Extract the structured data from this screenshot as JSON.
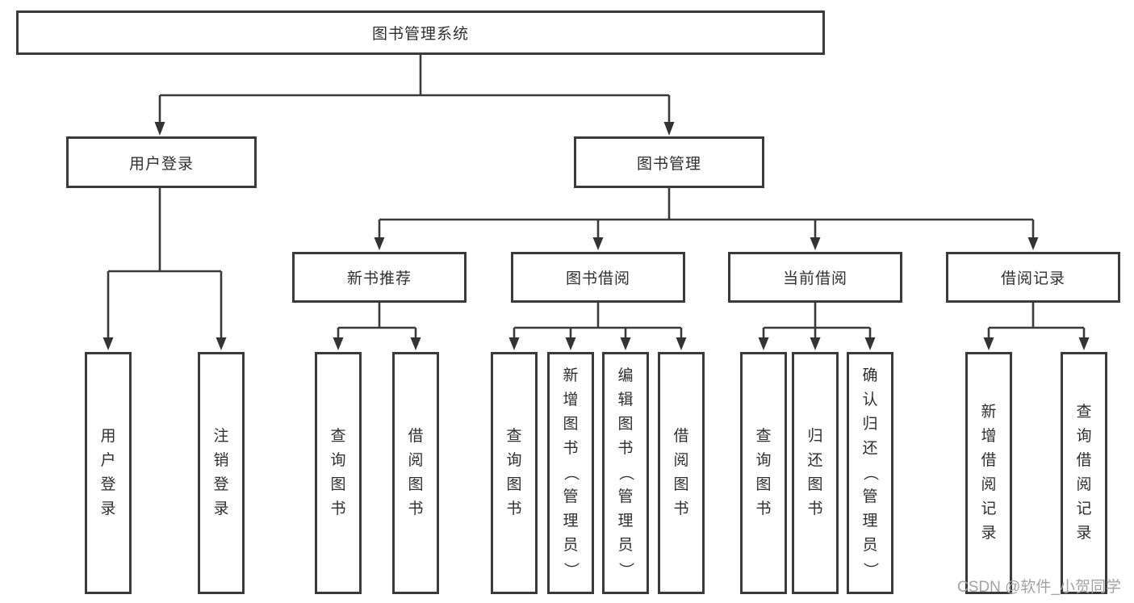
{
  "diagram": {
    "root": {
      "label": "图书管理系统"
    },
    "branches": [
      {
        "label": "用户登录",
        "children": [
          {
            "label": "用户登录"
          },
          {
            "label": "注销登录"
          }
        ]
      },
      {
        "label": "图书管理",
        "children": [
          {
            "label": "新书推荐",
            "children": [
              {
                "label": "查询图书"
              },
              {
                "label": "借阅图书"
              }
            ]
          },
          {
            "label": "图书借阅",
            "children": [
              {
                "label": "查询图书"
              },
              {
                "label": "新增图书（管理员）"
              },
              {
                "label": "编辑图书（管理员）"
              },
              {
                "label": "借阅图书"
              }
            ]
          },
          {
            "label": "当前借阅",
            "children": [
              {
                "label": "查询图书"
              },
              {
                "label": "归还图书"
              },
              {
                "label": "确认归还（管理员）"
              }
            ]
          },
          {
            "label": "借阅记录",
            "children": [
              {
                "label": "新增借阅记录"
              },
              {
                "label": "查询借阅记录"
              }
            ]
          }
        ]
      }
    ],
    "watermark": "CSDN @软件_小贺同学",
    "colors": {
      "line": "#3a3a3a",
      "text": "#2f2f2f",
      "background": "#ffffff",
      "watermark": "#a3a3a3"
    }
  }
}
